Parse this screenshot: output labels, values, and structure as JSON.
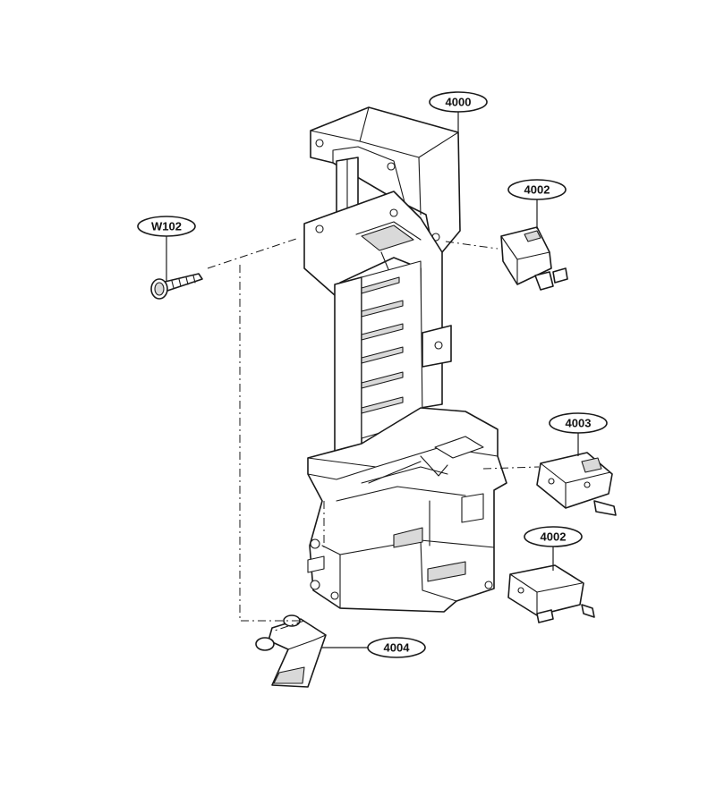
{
  "callouts": {
    "bracket": "4000",
    "switch_top": "4002",
    "screw": "W102",
    "switch_middle": "4003",
    "switch_bottom": "4002",
    "lever": "4004"
  }
}
